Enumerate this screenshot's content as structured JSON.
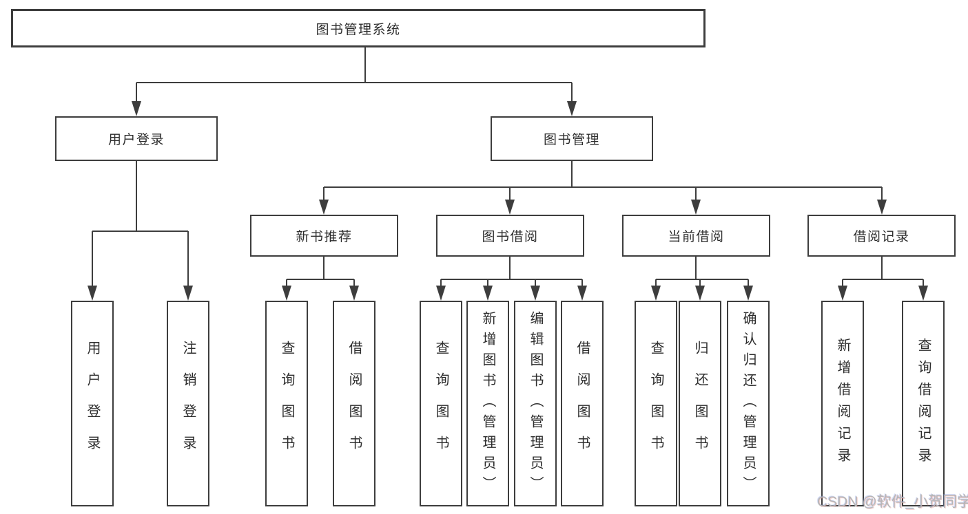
{
  "diagram": {
    "root": {
      "label": "图书管理系统"
    },
    "level2": [
      {
        "label": "用户登录",
        "children": [
          {
            "label": "用户登录"
          },
          {
            "label": "注销登录"
          }
        ]
      },
      {
        "label": "图书管理",
        "children": [
          {
            "label": "新书推荐",
            "children": [
              {
                "label": "查询图书"
              },
              {
                "label": "借阅图书"
              }
            ]
          },
          {
            "label": "图书借阅",
            "children": [
              {
                "label": "查询图书"
              },
              {
                "label": "新增图书（管理员）"
              },
              {
                "label": "编辑图书（管理员）"
              },
              {
                "label": "借阅图书"
              }
            ]
          },
          {
            "label": "当前借阅",
            "children": [
              {
                "label": "查询图书"
              },
              {
                "label": "归还图书"
              },
              {
                "label": "确认归还（管理员）"
              }
            ]
          },
          {
            "label": "借阅记录",
            "children": [
              {
                "label": "新增借阅记录"
              },
              {
                "label": "查询借阅记录"
              }
            ]
          }
        ]
      }
    ]
  },
  "watermark": {
    "text": "CSDN @软件_小贺同学"
  },
  "colors": {
    "line": "#3d3d3d",
    "text": "#2d2d2d",
    "background": "#ffffff",
    "watermark": "#b6b6b6"
  }
}
